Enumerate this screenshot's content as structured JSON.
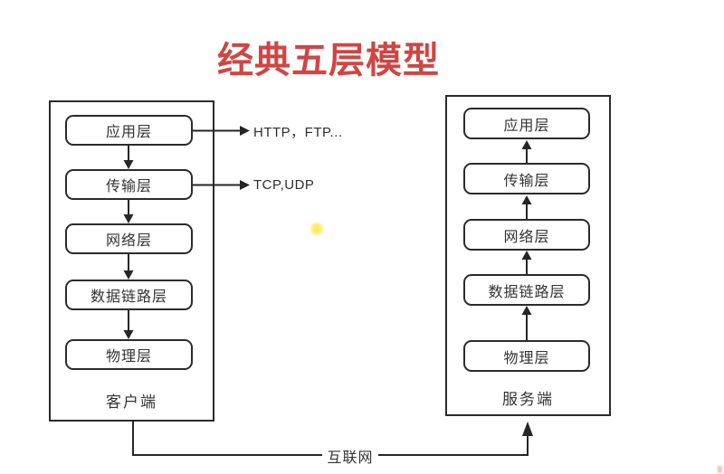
{
  "title": "经典五层模型",
  "layers": [
    "应用层",
    "传输层",
    "网络层",
    "数据链路层",
    "物理层"
  ],
  "client": {
    "label": "客户端"
  },
  "server": {
    "label": "服务端"
  },
  "protocols": {
    "application": "HTTP，FTP...",
    "transport": "TCP,UDP"
  },
  "internet": {
    "label": "互联网"
  },
  "colors": {
    "title_red": "#d04543",
    "line": "#262626",
    "laser_dot": "#ffe94f"
  }
}
